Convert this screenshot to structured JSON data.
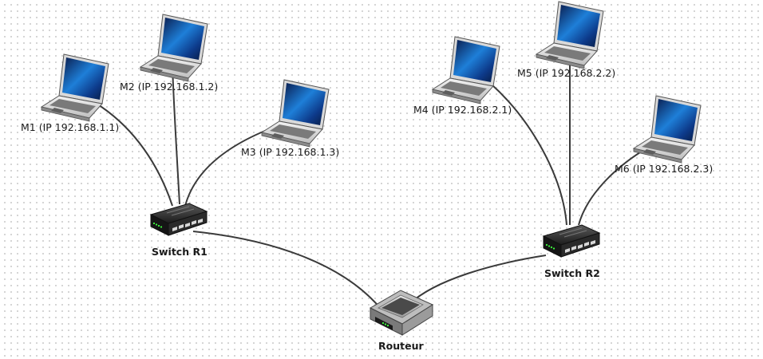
{
  "diagram": {
    "machines": [
      {
        "id": "m1",
        "label": "M1 (IP 192.168.1.1)"
      },
      {
        "id": "m2",
        "label": "M2 (IP 192.168.1.2)"
      },
      {
        "id": "m3",
        "label": "M3 (IP 192.168.1.3)"
      },
      {
        "id": "m4",
        "label": "M4 (IP 192.168.2.1)"
      },
      {
        "id": "m5",
        "label": "M5 (IP 192.168.2.2)"
      },
      {
        "id": "m6",
        "label": "M6 (IP 192.168.2.3)"
      }
    ],
    "switches": [
      {
        "id": "r1",
        "label": "Switch R1"
      },
      {
        "id": "r2",
        "label": "Switch R2"
      }
    ],
    "router": {
      "label": "Routeur"
    },
    "links": [
      {
        "from": "M1",
        "to": "Switch R1"
      },
      {
        "from": "M2",
        "to": "Switch R1"
      },
      {
        "from": "M3",
        "to": "Switch R1"
      },
      {
        "from": "M4",
        "to": "Switch R2"
      },
      {
        "from": "M5",
        "to": "Switch R2"
      },
      {
        "from": "M6",
        "to": "Switch R2"
      },
      {
        "from": "Switch R1",
        "to": "Routeur"
      },
      {
        "from": "Switch R2",
        "to": "Routeur"
      }
    ]
  }
}
